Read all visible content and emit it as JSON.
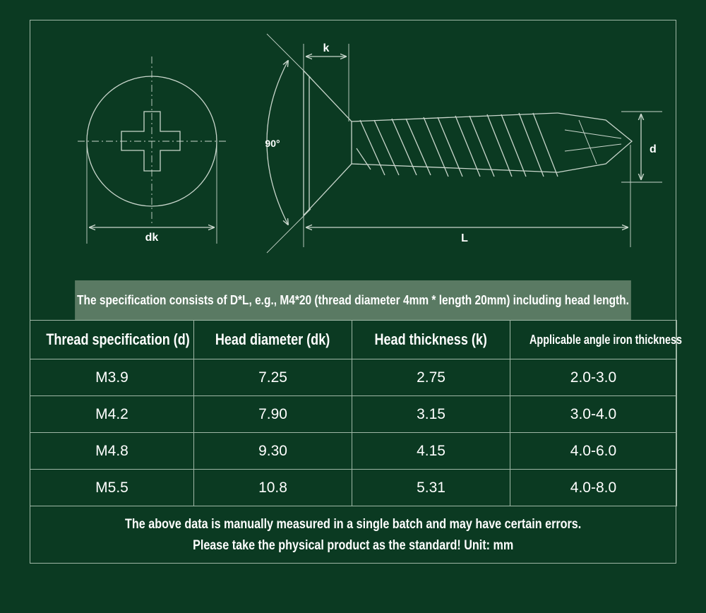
{
  "diagram": {
    "label_k": "k",
    "label_dk": "dk",
    "label_angle": "90°",
    "label_d": "d",
    "label_L": "L"
  },
  "spec_banner": "The specification consists of D*L, e.g., M4*20 (thread diameter 4mm * length 20mm) including head length.",
  "table": {
    "headers": [
      "Thread specification (d)",
      "Head diameter (dk)",
      "Head thickness (k)",
      "Applicable angle iron thickness"
    ],
    "rows": [
      [
        "M3.9",
        "7.25",
        "2.75",
        "2.0-3.0"
      ],
      [
        "M4.2",
        "7.90",
        "3.15",
        "3.0-4.0"
      ],
      [
        "M4.8",
        "9.30",
        "4.15",
        "4.0-6.0"
      ],
      [
        "M5.5",
        "10.8",
        "5.31",
        "4.0-8.0"
      ]
    ]
  },
  "footer": {
    "line1": "The above data is manually measured in a single batch and may have certain errors.",
    "line2": "Please take the physical product as the standard! Unit: mm"
  },
  "colors": {
    "background": "#0b3a22",
    "banner": "#5a7a63",
    "lines": "#9fb7a6"
  }
}
